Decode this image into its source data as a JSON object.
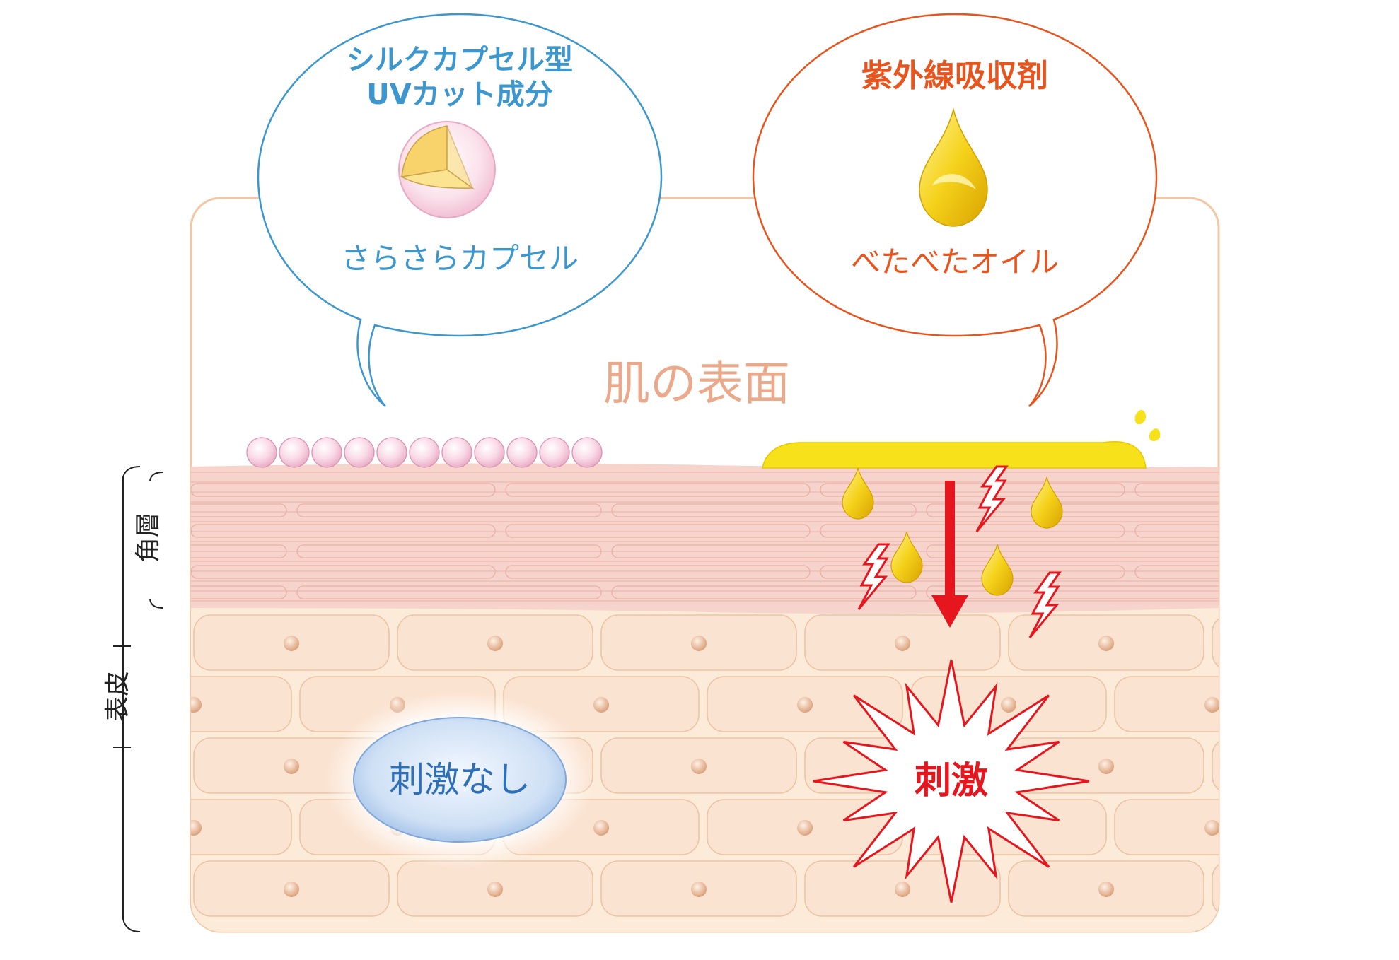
{
  "left_bubble": {
    "title_line1": "シルクカプセル型",
    "title_line2": "UVカット成分",
    "caption": "さらさらカプセル",
    "color": "#3d97cf"
  },
  "right_bubble": {
    "title": "紫外線吸収剤",
    "caption": "べたべたオイル",
    "color": "#e8541d"
  },
  "skin_surface_label": "肌の表面",
  "layer_labels": {
    "stratum_corneum": "角層",
    "epidermis": "表皮"
  },
  "result_labels": {
    "no_irritation": "刺激なし",
    "irritation": "刺激"
  },
  "colors": {
    "frame": "#f3c7a4",
    "skin_cell": "#f9dcc8",
    "stratum": "#f6cfc8",
    "irritation_red": "#e5161d",
    "oil_yellow": "#f7e11a",
    "capsule_pink": "#f5c8da"
  }
}
